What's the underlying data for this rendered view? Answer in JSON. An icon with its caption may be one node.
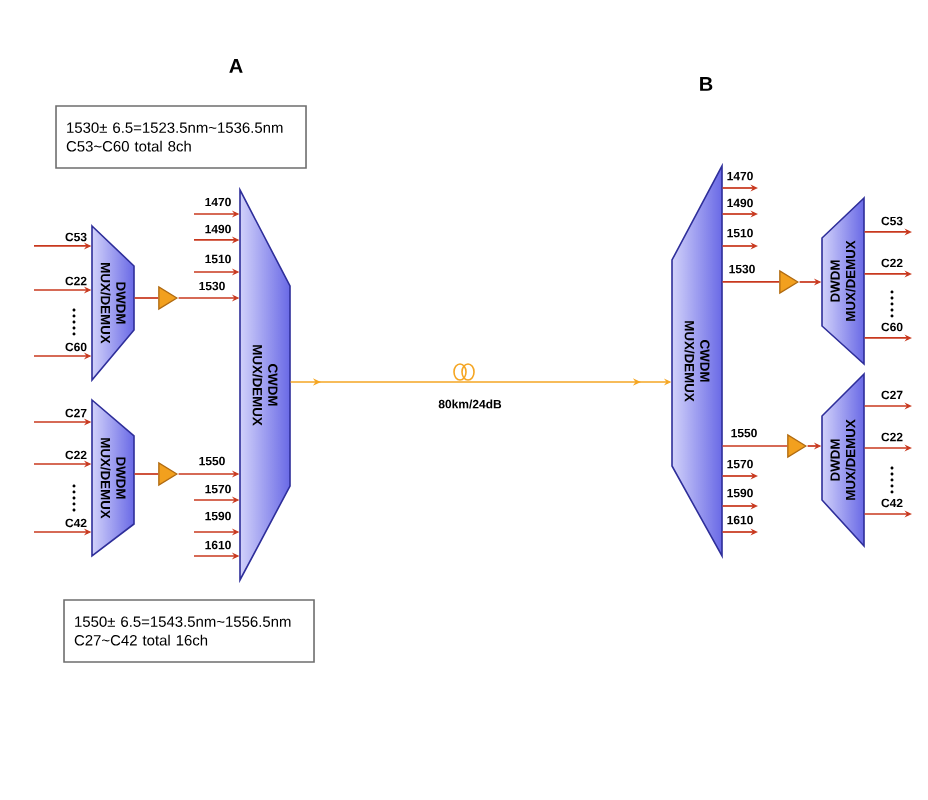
{
  "diagram": {
    "nodes": [
      {
        "text": [
          "1530± 6.5=1523.5nm~1536.5nm",
          "C53~C60 total 8ch"
        ]
      },
      {
        "text": [
          "DWDM MUX/DEMUX"
        ]
      },
      {
        "text": [
          "DWDM MUX/DEMUX"
        ]
      },
      {
        "text": [],
        "shape": "triangle"
      },
      {
        "text": [],
        "shape": "triangle"
      },
      {
        "text": [
          "CWDM MUX/DEMUX"
        ]
      },
      {
        "text": [
          "CWDM MUX/DEMUX"
        ]
      },
      {
        "text": [],
        "shape": "triangle"
      },
      {
        "text": [],
        "shape": "triangle"
      },
      {
        "text": [
          "DWDM MUX/DEMUX"
        ]
      },
      {
        "text": [
          "DWDM MUX/DEMUX"
        ]
      },
      {
        "text": [
          "1550± 6.5=1543.5nm~1556.5nm",
          "C27~C42 total 16ch"
        ]
      }
    ],
    "edges": [
      {
        "from": null,
        "to": 1,
        "arrow": "to",
        "label": "C53"
      },
      {
        "from": null,
        "to": 1,
        "arrow": "to",
        "label": "C22"
      },
      {
        "from": null,
        "to": 1,
        "arrow": "to",
        "label": "C60"
      },
      {
        "from": null,
        "to": 2,
        "arrow": "to",
        "label": "C27"
      },
      {
        "from": null,
        "to": 2,
        "arrow": "to",
        "label": "C22"
      },
      {
        "from": null,
        "to": 2,
        "arrow": "to",
        "label": "C42"
      },
      {
        "from": 1,
        "to": 3,
        "arrow": "none"
      },
      {
        "from": 2,
        "to": 4,
        "arrow": "none"
      },
      {
        "from": null,
        "to": 5,
        "arrow": "to",
        "label": "1470"
      },
      {
        "from": null,
        "to": 5,
        "arrow": "to",
        "label": "1490"
      },
      {
        "from": null,
        "to": 5,
        "arrow": "to",
        "label": "1510"
      },
      {
        "from": 3,
        "to": 5,
        "arrow": "to",
        "label": "1530"
      },
      {
        "from": 4,
        "to": 5,
        "arrow": "to",
        "label": "1550"
      },
      {
        "from": null,
        "to": 5,
        "arrow": "to",
        "label": "1570"
      },
      {
        "from": null,
        "to": 5,
        "arrow": "to",
        "label": "1590"
      },
      {
        "from": null,
        "to": 5,
        "arrow": "to",
        "label": "1610"
      },
      {
        "from": 5,
        "to": 6,
        "arrow": "to",
        "label": "80km/24dB",
        "color": "#f5a623"
      },
      {
        "from": 6,
        "to": null,
        "arrow": "to",
        "label": "1470"
      },
      {
        "from": 6,
        "to": null,
        "arrow": "to",
        "label": "1490"
      },
      {
        "from": 6,
        "to": null,
        "arrow": "to",
        "label": "1510"
      },
      {
        "from": 6,
        "to": 7,
        "arrow": "none",
        "label": "1530"
      },
      {
        "from": 7,
        "to": 9,
        "arrow": "to"
      },
      {
        "from": 6,
        "to": 8,
        "arrow": "none",
        "label": "1550"
      },
      {
        "from": 8,
        "to": 10,
        "arrow": "to"
      },
      {
        "from": 6,
        "to": null,
        "arrow": "to",
        "label": "1570"
      },
      {
        "from": 6,
        "to": null,
        "arrow": "to",
        "label": "1590"
      },
      {
        "from": 6,
        "to": null,
        "arrow": "to",
        "label": "1610"
      },
      {
        "from": 9,
        "to": null,
        "arrow": "to",
        "label": "C53"
      },
      {
        "from": 9,
        "to": null,
        "arrow": "to",
        "label": "C22"
      },
      {
        "from": 9,
        "to": null,
        "arrow": "to",
        "label": "C60"
      },
      {
        "from": 10,
        "to": null,
        "arrow": "to",
        "label": "C27"
      },
      {
        "from": 10,
        "to": null,
        "arrow": "to",
        "label": "C22"
      },
      {
        "from": 10,
        "to": null,
        "arrow": "to",
        "label": "C42"
      }
    ],
    "labels": [
      "A",
      "B"
    ]
  }
}
